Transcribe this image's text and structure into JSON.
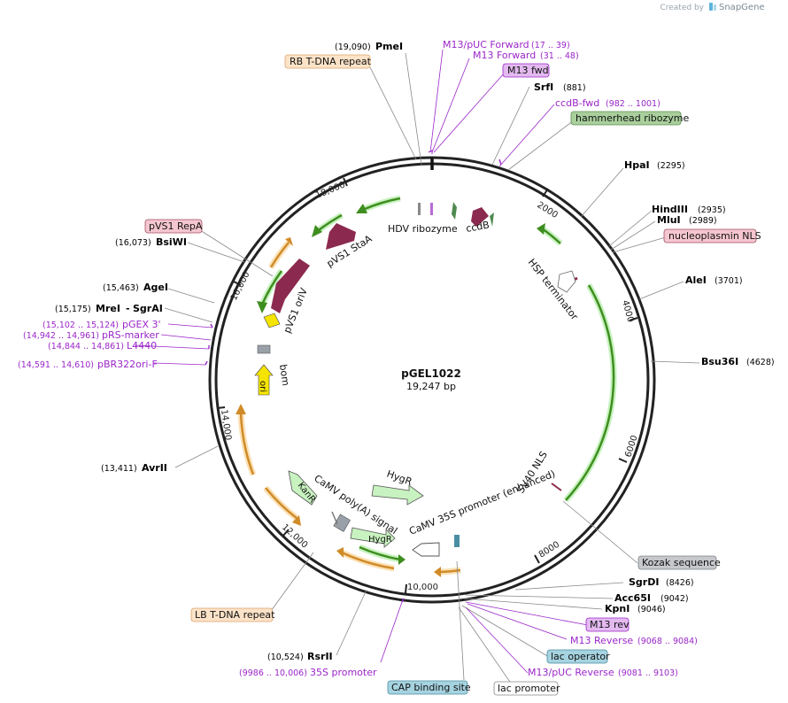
{
  "brand": {
    "created_by": "Created by",
    "app": "SnapGene"
  },
  "plasmid": {
    "name": "pGEL1022",
    "length": "19,247 bp"
  },
  "ticks": [
    "2000",
    "4000",
    "6000",
    "8000",
    "10,000",
    "12,000",
    "14,000",
    "16,000",
    "18,000"
  ],
  "enzymes": [
    {
      "name": "PmeI",
      "pos": "(19,090)"
    },
    {
      "name": "SrfI",
      "pos": "(881)"
    },
    {
      "name": "HpaI",
      "pos": "(2295)"
    },
    {
      "name": "HindIII",
      "pos": "(2935)"
    },
    {
      "name": "MluI",
      "pos": "(2989)"
    },
    {
      "name": "AleI",
      "pos": "(3701)"
    },
    {
      "name": "Bsu36I",
      "pos": "(4628)"
    },
    {
      "name": "SgrDI",
      "pos": "(8426)"
    },
    {
      "name": "Acc65I",
      "pos": "(9042)"
    },
    {
      "name": "KpnI",
      "pos": "(9046)"
    },
    {
      "name": "RsrII",
      "pos": "(10,524)"
    },
    {
      "name": "AvrII",
      "pos": "(13,411)"
    },
    {
      "name": "MreI",
      "pos": "(15,175)"
    },
    {
      "name": "SgrAI",
      "pos": ""
    },
    {
      "name": "AgeI",
      "pos": "(15,463)"
    },
    {
      "name": "BsiWI",
      "pos": "(16,073)"
    }
  ],
  "primers": [
    {
      "name": "M13/pUC Forward",
      "pos": "(17 .. 39)"
    },
    {
      "name": "M13 Forward",
      "pos": "(31 .. 48)"
    },
    {
      "name": "ccdB-fwd",
      "pos": "(982 .. 1001)"
    },
    {
      "name": "M13 Reverse",
      "pos": "(9068 .. 9084)"
    },
    {
      "name": "M13/pUC Reverse",
      "pos": "(9081 .. 9103)"
    },
    {
      "name": "35S promoter",
      "pos": "(9986 .. 10,006)"
    },
    {
      "name": "pBR322ori-F",
      "pos": "(14,591 .. 14,610)"
    },
    {
      "name": "L4440",
      "pos": "(14,844 .. 14,861)"
    },
    {
      "name": "pRS-marker",
      "pos": "(14,942 .. 14,961)"
    },
    {
      "name": "pGEX 3'",
      "pos": "(15,102 .. 15,124)"
    }
  ],
  "boxed_features": [
    {
      "name": "RB T-DNA repeat",
      "color": "#fce3c8",
      "border": "#d9a46b"
    },
    {
      "name": "M13 fwd",
      "color": "#e3b9f0",
      "border": "#9b26c9"
    },
    {
      "name": "hammerhead ribozyme",
      "color": "#a9cf9c",
      "border": "#5c8c50"
    },
    {
      "name": "nucleoplasmin NLS",
      "color": "#f5c6d0",
      "border": "#a14d62"
    },
    {
      "name": "pVS1 RepA",
      "color": "#f5c6d0",
      "border": "#a14d62"
    },
    {
      "name": "Kozak sequence",
      "color": "#c6c8cc",
      "border": "#7e8187"
    },
    {
      "name": "M13 rev",
      "color": "#e3b9f0",
      "border": "#9b26c9"
    },
    {
      "name": "lac operator",
      "color": "#a6d3e0",
      "border": "#4a8ea3"
    },
    {
      "name": "lac promoter",
      "color": "#ffffff",
      "border": "#888888"
    },
    {
      "name": "CAP binding site",
      "color": "#a6d3e0",
      "border": "#4a8ea3"
    },
    {
      "name": "LB T-DNA repeat",
      "color": "#fce3c8",
      "border": "#d9a46b"
    }
  ],
  "inner_labels": [
    {
      "name": "HDV ribozyme"
    },
    {
      "name": "ccdB"
    },
    {
      "name": "pVS1 StaA"
    },
    {
      "name": "pVS1 oriV"
    },
    {
      "name": "bom"
    },
    {
      "name": "ori"
    },
    {
      "name": "HSP terminator"
    },
    {
      "name": "SV40 NLS"
    },
    {
      "name": "CaMV 35S promoter (enhanced)"
    },
    {
      "name": "HygR"
    },
    {
      "name": "HygR"
    },
    {
      "name": "CaMV poly(A) signal"
    },
    {
      "name": "KanR"
    }
  ],
  "colors": {
    "backbone": "#222222",
    "primer": "#9b26c9",
    "green_feature": "#3e8e1f",
    "orange_feature": "#d08b28",
    "maroon_feature": "#8b2a4e",
    "yellow_feature": "#f5e400",
    "hyg_feature": "#c8f2c0"
  }
}
